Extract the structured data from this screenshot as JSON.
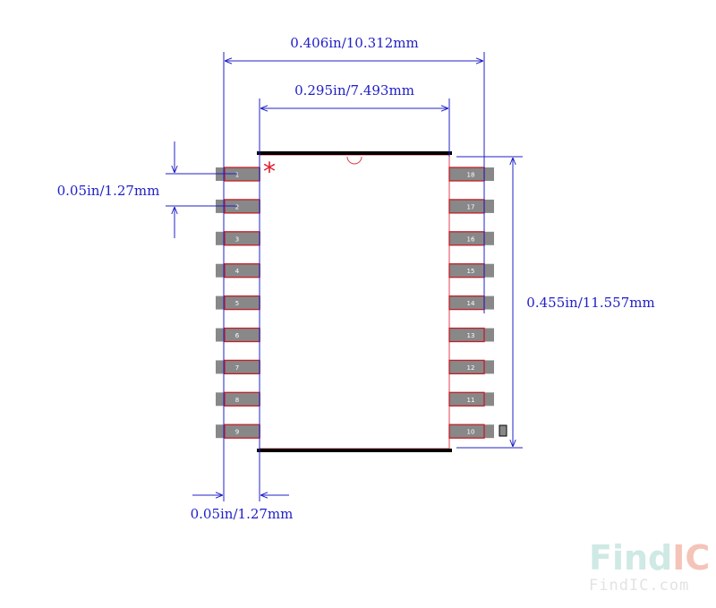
{
  "dimensions": {
    "overall_width": "0.406in/10.312mm",
    "body_width": "0.295in/7.493mm",
    "pitch": "0.05in/1.27mm",
    "body_length": "0.455in/11.557mm",
    "pad_offset": "0.05in/1.27mm"
  },
  "pins": {
    "left": [
      "1",
      "2",
      "3",
      "4",
      "5",
      "6",
      "7",
      "8",
      "9"
    ],
    "right": [
      "18",
      "17",
      "16",
      "15",
      "14",
      "13",
      "12",
      "11",
      "10"
    ]
  },
  "pin1_marker": "*",
  "watermark": {
    "brand_find": "Find",
    "brand_ic": "IC",
    "url": "FindIC.com"
  },
  "colors": {
    "dimension": "#2020c8",
    "pad_fill": "#888888",
    "pad_outline": "#c0202a",
    "body_outline": "#e04050",
    "body_edge": "#000000",
    "pin1_marker": "#e01a2a",
    "watermark_find": "#cfe9e4",
    "watermark_ic": "#f5c3b8"
  }
}
